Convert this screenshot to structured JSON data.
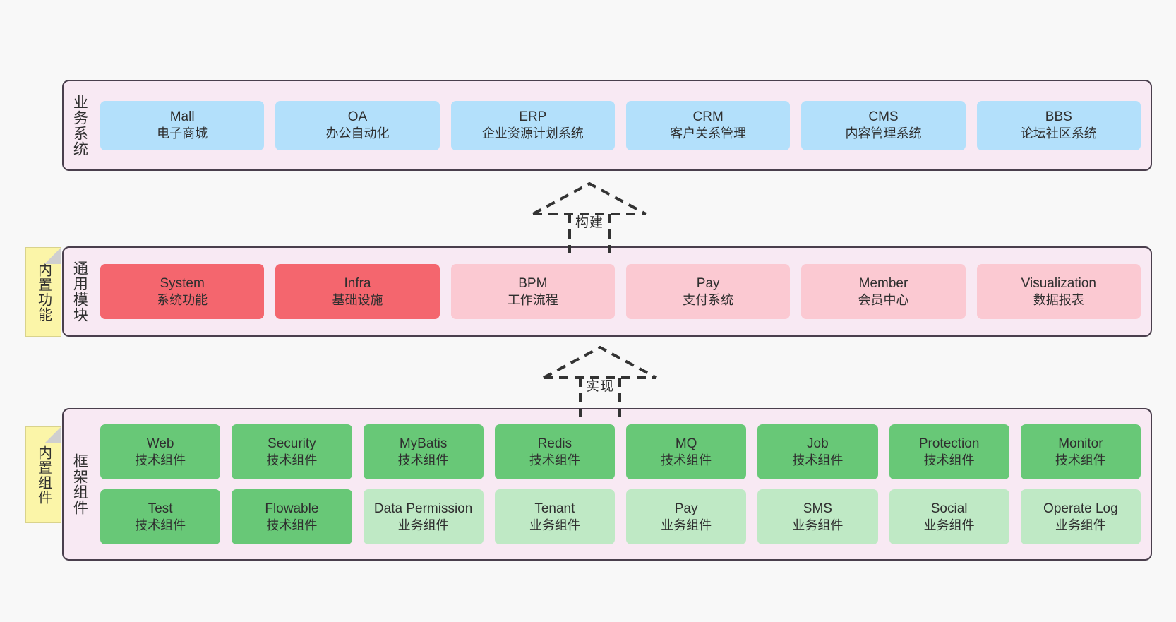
{
  "layers": [
    {
      "id": "business",
      "title": "业务系统",
      "rows": [
        {
          "cards": [
            {
              "name": "Mall",
              "desc": "电子商城",
              "color": "#b3e0fb",
              "style": "c-blue"
            },
            {
              "name": "OA",
              "desc": "办公自动化",
              "color": "#b3e0fb",
              "style": "c-blue"
            },
            {
              "name": "ERP",
              "desc": "企业资源计划系统",
              "color": "#b3e0fb",
              "style": "c-blue"
            },
            {
              "name": "CRM",
              "desc": "客户关系管理",
              "color": "#b3e0fb",
              "style": "c-blue"
            },
            {
              "name": "CMS",
              "desc": "内容管理系统",
              "color": "#b3e0fb",
              "style": "c-blue"
            },
            {
              "name": "BBS",
              "desc": "论坛社区系统",
              "color": "#b3e0fb",
              "style": "c-blue"
            }
          ]
        }
      ]
    },
    {
      "id": "common",
      "title": "通用模块",
      "note": "内置功能",
      "rows": [
        {
          "cards": [
            {
              "name": "System",
              "desc": "系统功能",
              "color": "#f4666e",
              "style": "c-red"
            },
            {
              "name": "Infra",
              "desc": "基础设施",
              "color": "#f4666e",
              "style": "c-red"
            },
            {
              "name": "BPM",
              "desc": "工作流程",
              "color": "#fbc9d2",
              "style": "c-pink"
            },
            {
              "name": "Pay",
              "desc": "支付系统",
              "color": "#fbc9d2",
              "style": "c-pink"
            },
            {
              "name": "Member",
              "desc": "会员中心",
              "color": "#fbc9d2",
              "style": "c-pink"
            },
            {
              "name": "Visualization",
              "desc": "数据报表",
              "color": "#fbc9d2",
              "style": "c-pink"
            }
          ]
        }
      ]
    },
    {
      "id": "frame",
      "title": "框架组件",
      "note": "内置组件",
      "rows": [
        {
          "cards": [
            {
              "name": "Web",
              "desc": "技术组件",
              "color": "#68c877",
              "style": "c-green"
            },
            {
              "name": "Security",
              "desc": "技术组件",
              "color": "#68c877",
              "style": "c-green"
            },
            {
              "name": "MyBatis",
              "desc": "技术组件",
              "color": "#68c877",
              "style": "c-green"
            },
            {
              "name": "Redis",
              "desc": "技术组件",
              "color": "#68c877",
              "style": "c-green"
            },
            {
              "name": "MQ",
              "desc": "技术组件",
              "color": "#68c877",
              "style": "c-green"
            },
            {
              "name": "Job",
              "desc": "技术组件",
              "color": "#68c877",
              "style": "c-green"
            },
            {
              "name": "Protection",
              "desc": "技术组件",
              "color": "#68c877",
              "style": "c-green"
            },
            {
              "name": "Monitor",
              "desc": "技术组件",
              "color": "#68c877",
              "style": "c-green"
            }
          ]
        },
        {
          "cards": [
            {
              "name": "Test",
              "desc": "技术组件",
              "color": "#68c877",
              "style": "c-green"
            },
            {
              "name": "Flowable",
              "desc": "技术组件",
              "color": "#68c877",
              "style": "c-green"
            },
            {
              "name": "Data Permission",
              "desc": "业务组件",
              "color": "#bfe9c5",
              "style": "c-green-light"
            },
            {
              "name": "Tenant",
              "desc": "业务组件",
              "color": "#bfe9c5",
              "style": "c-green-light"
            },
            {
              "name": "Pay",
              "desc": "业务组件",
              "color": "#bfe9c5",
              "style": "c-green-light"
            },
            {
              "name": "SMS",
              "desc": "业务组件",
              "color": "#bfe9c5",
              "style": "c-green-light"
            },
            {
              "name": "Social",
              "desc": "业务组件",
              "color": "#bfe9c5",
              "style": "c-green-light"
            },
            {
              "name": "Operate Log",
              "desc": "业务组件",
              "color": "#bfe9c5",
              "style": "c-green-light"
            }
          ]
        }
      ]
    }
  ],
  "arrows": [
    {
      "id": "build",
      "label": "构建"
    },
    {
      "id": "impl",
      "label": "实现"
    }
  ],
  "colors": {
    "canvas": "#f8f8f8",
    "layer_fill": "#f8e9f3",
    "layer_border": "#4a3f4d",
    "note_fill": "#fbf5a8",
    "note_fold": "#cfcfcf",
    "arrow_stroke": "#333333"
  }
}
